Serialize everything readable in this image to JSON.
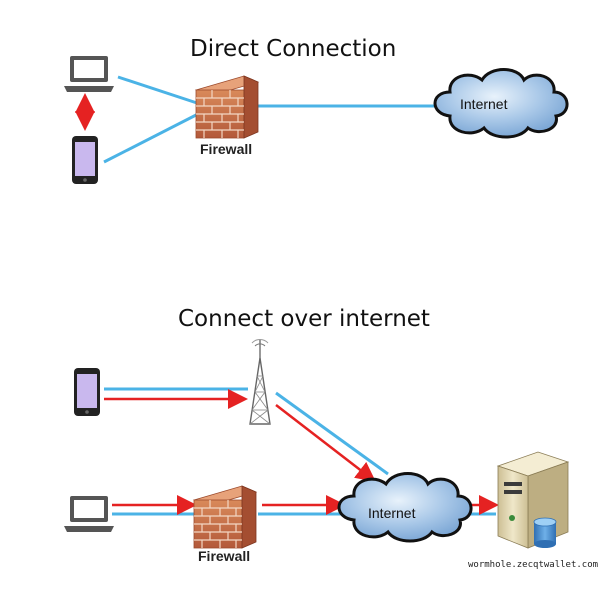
{
  "top": {
    "title": "Direct Connection",
    "firewall_label": "Firewall",
    "internet_label": "Internet"
  },
  "bottom": {
    "title": "Connect over internet",
    "firewall_label": "Firewall",
    "internet_label": "Internet",
    "server_caption": "wormhole.zecqtwallet.com"
  },
  "colors": {
    "blue_line": "#4bb3e6",
    "red_arrow": "#e52222"
  }
}
